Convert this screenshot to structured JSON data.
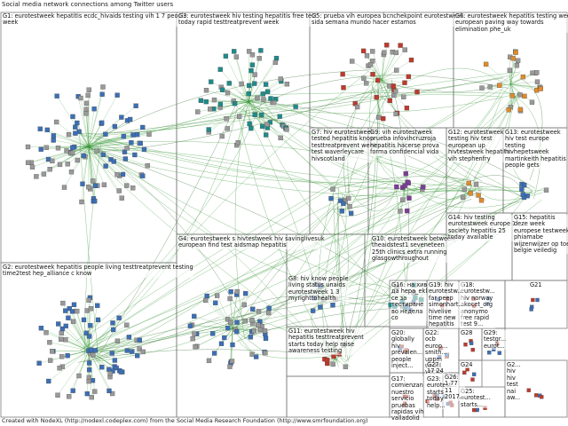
{
  "title": "Social media network connections among Twitter users",
  "footer": "Created with NodeXL (http://nodexl.codeplex.com) from the Social Media Research Foundation (http://www.smrfoundation.org)",
  "groups": [
    {
      "id": "G1",
      "label": "G1: eurotestweek hepatitis ecdc_hivaids testing vih 1 7 people\nweek"
    },
    {
      "id": "G2",
      "label": "G2: eurotestweek hepatitis people living testtreatprevent testing\ntime2test hep_alliance c know"
    },
    {
      "id": "G3",
      "label": "G3: eurotestweek hiv testing hepatitis free test\ntoday rapid testtreatprevent week"
    },
    {
      "id": "G4",
      "label": "G4: eurotestweek s hivtestweek hiv savinglivesuk\neuropean find test aidsmap hepatitis"
    },
    {
      "id": "G5",
      "label": "G5: prueba vih europea bcnchekpoint eurotestweek\nsida semana mundo hacer estamos"
    },
    {
      "id": "G6",
      "label": "G6: eurotestweek hepatitis testing week\neuropean paving way towards\nelimination phe_uk"
    },
    {
      "id": "G7",
      "label": "G7: hiv eurotestweek\ntested hepatitis know\ntesttreatprevent week\ntest waverleycare\nhivscotland"
    },
    {
      "id": "G8",
      "label": "G8: hiv know people\nliving status unaids\neurotestweek 1 3\nmyrighttohealth"
    },
    {
      "id": "G9",
      "label": "G9: vih eurotestweek\nprueba infovihcruzroja\nhepatitis hacerse prova\nforma confidencial vida"
    },
    {
      "id": "G10",
      "label": "G10: eurotestweek between\ntheaidstest1 seveneteen\n25th clinics extra running\nglasgowthroughout"
    },
    {
      "id": "G11",
      "label": "G11: eurotestweek hiv\nhepatitis testtreatprevent\nstarts today help raise\nawareness testing"
    },
    {
      "id": "G12",
      "label": "G12: eurotestweek\ntesting hiv test\neuropean up\nhivtestweek hepatitis\nvih stephenfry"
    },
    {
      "id": "G13",
      "label": "G13: eurotestweek\nhiv test europe\ntesting\nhivhepetsweek\nmartinkeith hepatitis\npeople gets"
    },
    {
      "id": "G14",
      "label": "G14: hiv testing\neurotestweek europe 1\nsociety hepatitis 25\ntoday available"
    },
    {
      "id": "G15",
      "label": "G15: hepatitis\ndeze week\neuropese testweek\nphiamabe\nwijzenwijzer op toe\nbelgie veiledig"
    },
    {
      "id": "G16",
      "label": "G16: на хив\nда hepa_ekl\nсе за\nтестиране\nво недела\nco"
    },
    {
      "id": "G17",
      "label": "G17:\ncomienzan\nnuestro\nservicio\npruebas\nrapidas vih\nvalladolid"
    },
    {
      "id": "G18",
      "label": "G18:\neurotestw...\nhiv norway\nakocet_org\nanonymo\nfree rapid\ntest 9..."
    },
    {
      "id": "G19",
      "label": "G19: hiv\neurotestw...\nfar peep\nsimonhart...\nhivelive\ntime new\nhepatitis"
    },
    {
      "id": "G20",
      "label": "G20:\nglobally\nhiv\nprevalen...\npeople\ninject..."
    },
    {
      "id": "G21",
      "label": "G21"
    },
    {
      "id": "G22",
      "label": "G22:\nocb\neurop...\nsmith...\nuppm\nuvdel\nvecka..."
    },
    {
      "id": "G23",
      "label": "G23:\neurotest...\nstarts\ntoday\nhelp..."
    },
    {
      "id": "G24",
      "label": "G24"
    },
    {
      "id": "G25",
      "label": "G25:\neurotest...\nstarts..."
    },
    {
      "id": "G26",
      "label": "G26:\n1 77\n11\n2017..."
    },
    {
      "id": "G27",
      "label": "G27:\n17 24"
    },
    {
      "id": "G28",
      "label": "G28"
    },
    {
      "id": "G29",
      "label": "G29:\ntestgr...\neurot..."
    },
    {
      "id": "G30",
      "label": "G2...\nhiv\nhiv\ntest\nnai\naw..."
    }
  ],
  "colors": {
    "edge_green": "#3a9a3a",
    "edge_dark": "#2e6b2e",
    "grid": "#7a7a7a",
    "node_blue": "#3b6fb6",
    "node_red": "#c0392b",
    "node_orange": "#e08a2c",
    "node_purple": "#7d3c98",
    "node_teal": "#1e8b8b"
  }
}
